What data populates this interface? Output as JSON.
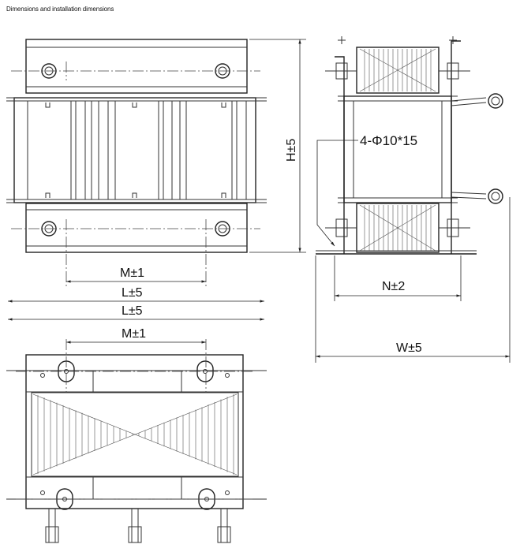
{
  "page_title": "Dimensions and installation dimensions",
  "labels": {
    "dim_m_front": "M±1",
    "dim_l_front": "L±5",
    "dim_l_top": "L±5",
    "dim_m_top": "M±1",
    "dim_h": "H±5",
    "dim_n": "N±2",
    "dim_w": "W±5",
    "holes": "4-Φ10*15"
  }
}
